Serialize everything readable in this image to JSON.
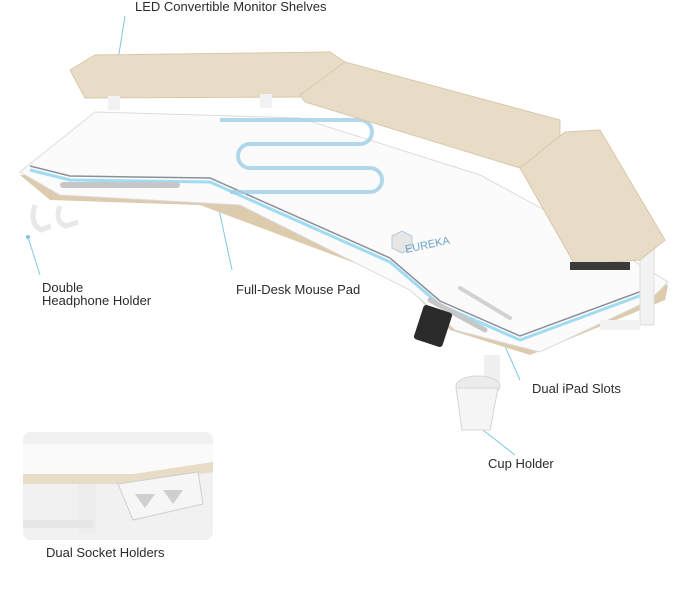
{
  "labels": {
    "monitor_shelves": "LED Convertible Monitor Shelves",
    "headphone_line1": "Double",
    "headphone_line2": "Headphone Holder",
    "mouse_pad": "Full-Desk Mouse Pad",
    "ipad_slots": "Dual iPad Slots",
    "cup_holder": "Cup Holder",
    "socket_holders": "Dual Socket Holders"
  },
  "logo": {
    "text": "EUREKA"
  },
  "colors": {
    "wood": "#e9dcc7",
    "wood_edge": "#d8c7aa",
    "desk_top": "#fbfbfb",
    "led": "#9fdcf2",
    "accent_gray": "#8b8f99",
    "leader": "#7ec8e3"
  }
}
